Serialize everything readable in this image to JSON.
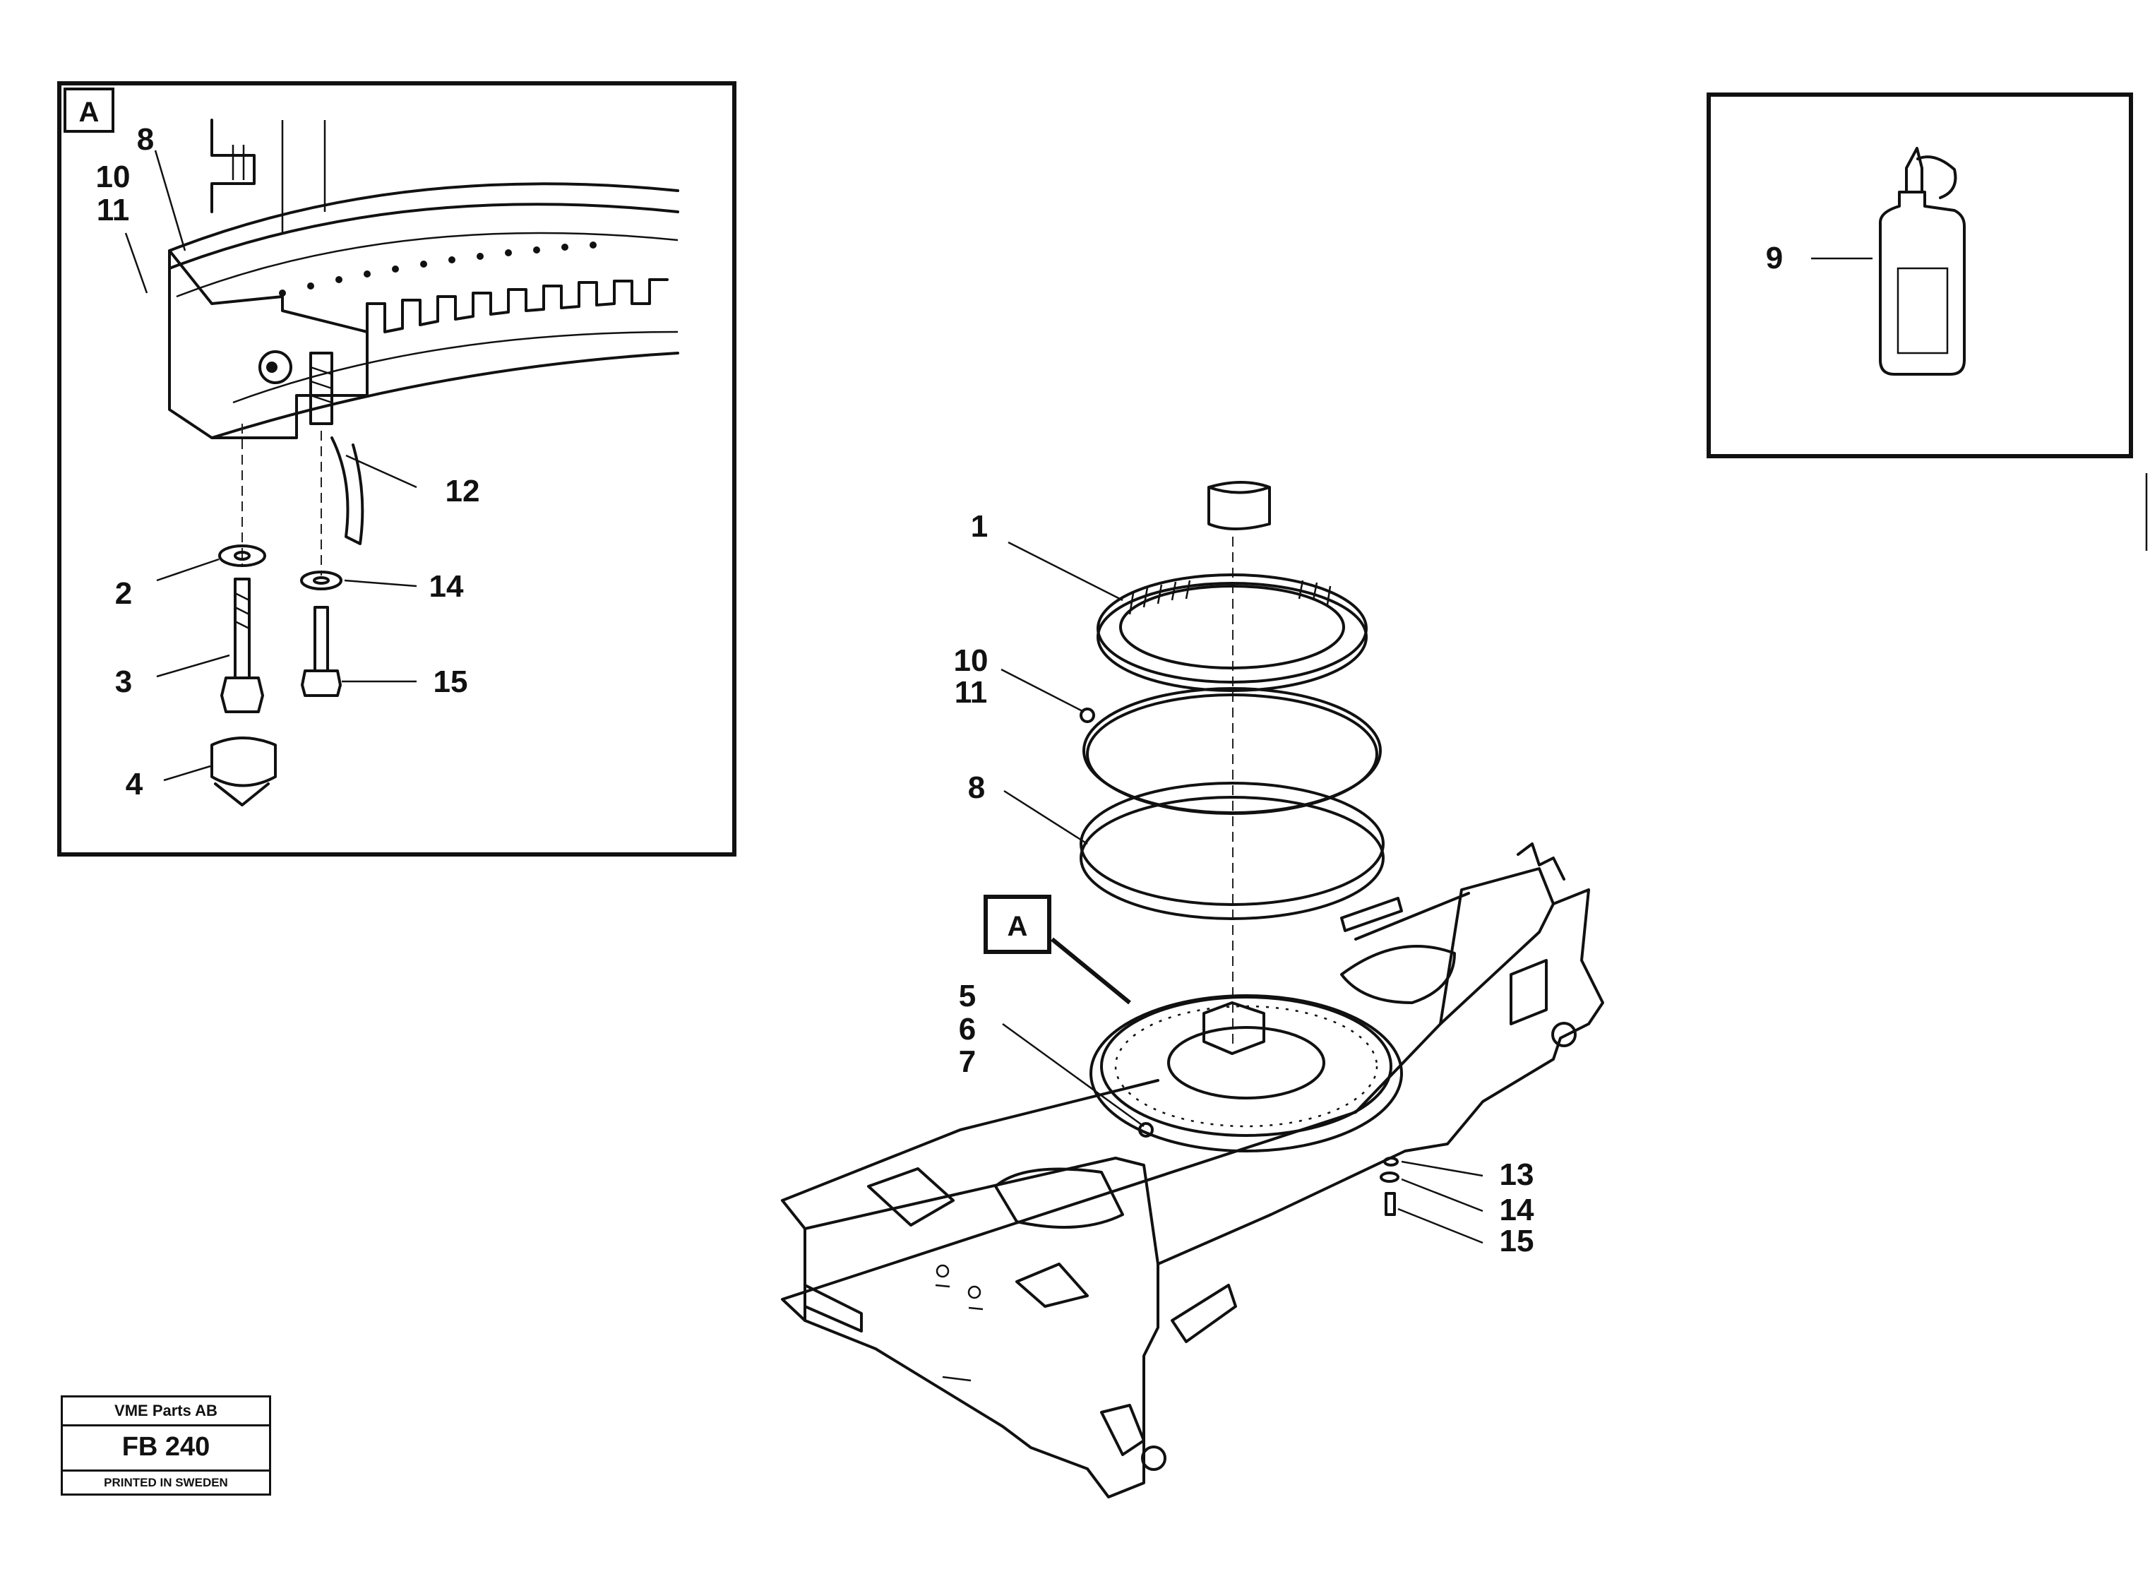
{
  "detail_view": {
    "marker": "A"
  },
  "main_view": {
    "marker": "A"
  },
  "callouts": {
    "p1": "1",
    "p2": "2",
    "p3": "3",
    "p4": "4",
    "p5": "5",
    "p6": "6",
    "p7": "7",
    "p8_detail": "8",
    "p8_main": "8",
    "p9": "9",
    "p10_detail": "10",
    "p11_detail": "11",
    "p10_main": "10",
    "p11_main": "11",
    "p12": "12",
    "p13": "13",
    "p14_detail": "14",
    "p14_main": "14",
    "p15_detail": "15",
    "p15_main": "15"
  },
  "title_block": {
    "company": "VME Parts AB",
    "code": "FB 240",
    "footer": "PRINTED IN SWEDEN"
  }
}
